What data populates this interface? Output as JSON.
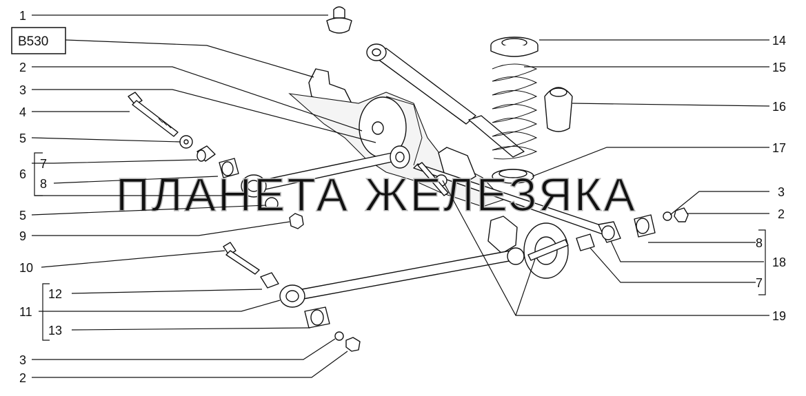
{
  "diagram": {
    "code": "B530",
    "watermark": "ПЛАНЕТА ЖЕЛЕЗЯКА",
    "left_labels": [
      "1",
      "2",
      "3",
      "4",
      "5",
      "6",
      "7",
      "8",
      "5",
      "9",
      "10",
      "11",
      "12",
      "13",
      "3",
      "2"
    ],
    "right_labels": [
      "14",
      "15",
      "16",
      "17",
      "3",
      "2",
      "8",
      "18",
      "7",
      "19"
    ]
  }
}
